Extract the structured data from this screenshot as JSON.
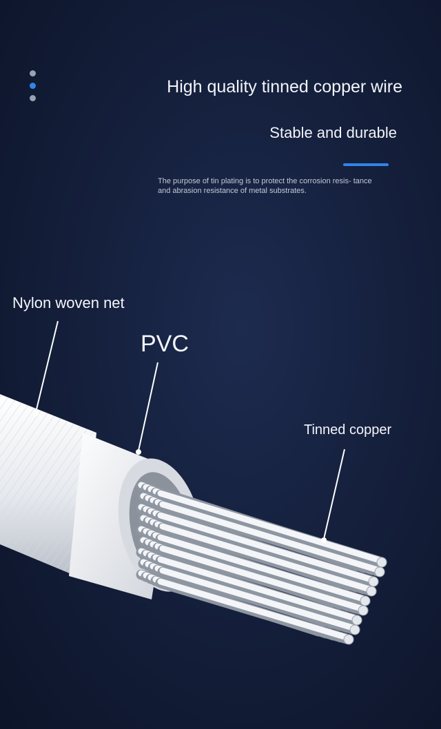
{
  "text": {
    "headline": "High quality tinned copper wire",
    "subheadline": "Stable and durable",
    "description": "The purpose of tin plating is to protect the corrosion resis- tance and abrasion resistance of metal substrates."
  },
  "layers": {
    "nylon": "Nylon woven net",
    "pvc": "PVC",
    "copper": "Tinned copper"
  },
  "colors": {
    "accent": "#2f86e8",
    "background": "#15203d"
  },
  "pager": {
    "total": 3,
    "active": 2
  }
}
